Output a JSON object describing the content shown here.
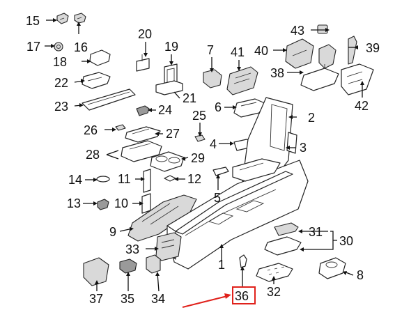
{
  "callouts": {
    "c1": "1",
    "c2": "2",
    "c3": "3",
    "c4": "4",
    "c5": "5",
    "c6": "6",
    "c7": "7",
    "c8": "8",
    "c9": "9",
    "c10": "10",
    "c11": "11",
    "c12": "12",
    "c13": "13",
    "c14": "14",
    "c15": "15",
    "c16": "16",
    "c17": "17",
    "c18": "18",
    "c19": "19",
    "c20": "20",
    "c21": "21",
    "c22": "22",
    "c23": "23",
    "c24": "24",
    "c25": "25",
    "c26": "26",
    "c27": "27",
    "c28": "28",
    "c29": "29",
    "c30": "30",
    "c31": "31",
    "c32": "32",
    "c33": "33",
    "c34": "34",
    "c35": "35",
    "c36": "36",
    "c37": "37",
    "c38": "38",
    "c39": "39",
    "c40": "40",
    "c41": "41",
    "c42": "42",
    "c43": "43"
  },
  "highlight": {
    "callout": "36",
    "box_color": "#e0211b",
    "arrow_color": "#e0211b"
  }
}
